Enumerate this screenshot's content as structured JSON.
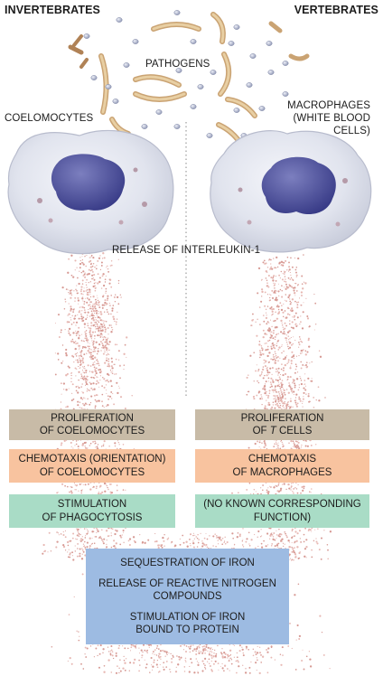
{
  "headers": {
    "left": "INVERTEBRATES",
    "right": "VERTEBRATES"
  },
  "labels": {
    "pathogens": "PATHOGENS",
    "coelomocytes": "COELOMOCYTES",
    "macrophages_1": "MACROPHAGES",
    "macrophages_2": "(WHITE BLOOD",
    "macrophages_3": "CELLS)",
    "release": "RELEASE OF INTERLEUKIN-1"
  },
  "rows": [
    {
      "left": [
        "PROLIFERATION",
        "OF COELOMOCYTES"
      ],
      "right_a": "PROLIFERATION",
      "right_b_prefix": "OF ",
      "right_b_italic": "T",
      "right_b_suffix": " CELLS",
      "color": "#c8bba7"
    },
    {
      "left": [
        "CHEMOTAXIS (ORIENTATION)",
        "OF COELOMOCYTES"
      ],
      "right": [
        "CHEMOTAXIS",
        "OF MACROPHAGES"
      ],
      "color": "#f8c39f"
    },
    {
      "left": [
        "STIMULATION",
        "OF PHAGOCYTOSIS"
      ],
      "right": [
        "(NO KNOWN CORRESPONDING",
        "FUNCTION)"
      ],
      "color": "#a9dcc6"
    }
  ],
  "shared": {
    "lines": [
      "SEQUESTRATION OF IRON",
      "RELEASE OF REACTIVE NITROGEN",
      "COMPOUNDS",
      "STIMULATION OF IRON",
      "BOUND TO PROTEIN"
    ],
    "color": "#9dbbe2"
  }
}
